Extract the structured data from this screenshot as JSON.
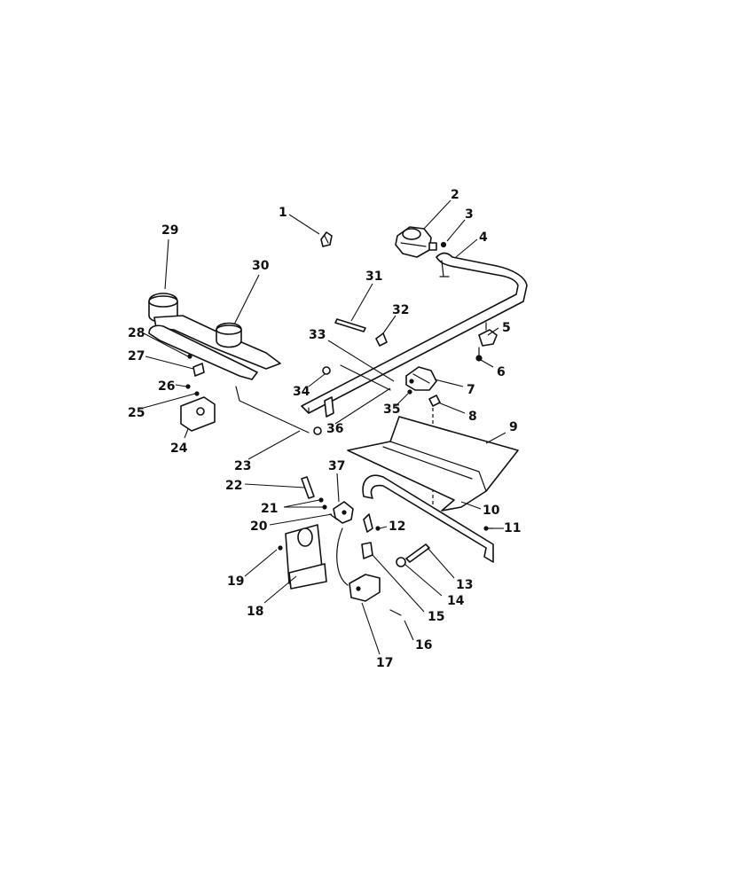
{
  "diagram": {
    "labels": {
      "p1": "1",
      "p2": "2",
      "p3": "3",
      "p4": "4",
      "p5": "5",
      "p6": "6",
      "p7": "7",
      "p8": "8",
      "p9": "9",
      "p10": "10",
      "p11": "11",
      "p12": "12",
      "p13": "13",
      "p14": "14",
      "p15": "15",
      "p16": "16",
      "p17": "17",
      "p18": "18",
      "p19": "19",
      "p20": "20",
      "p21": "21",
      "p22": "22",
      "p23": "23",
      "p24": "24",
      "p25": "25",
      "p26": "26",
      "p27": "27",
      "p28": "28",
      "p29": "29",
      "p30": "30",
      "p31": "31",
      "p32": "32",
      "p33": "33",
      "p34": "34",
      "p35": "35",
      "p36": "36",
      "p37": "37"
    },
    "colors": {
      "line": "#111111",
      "background": "#ffffff"
    }
  }
}
